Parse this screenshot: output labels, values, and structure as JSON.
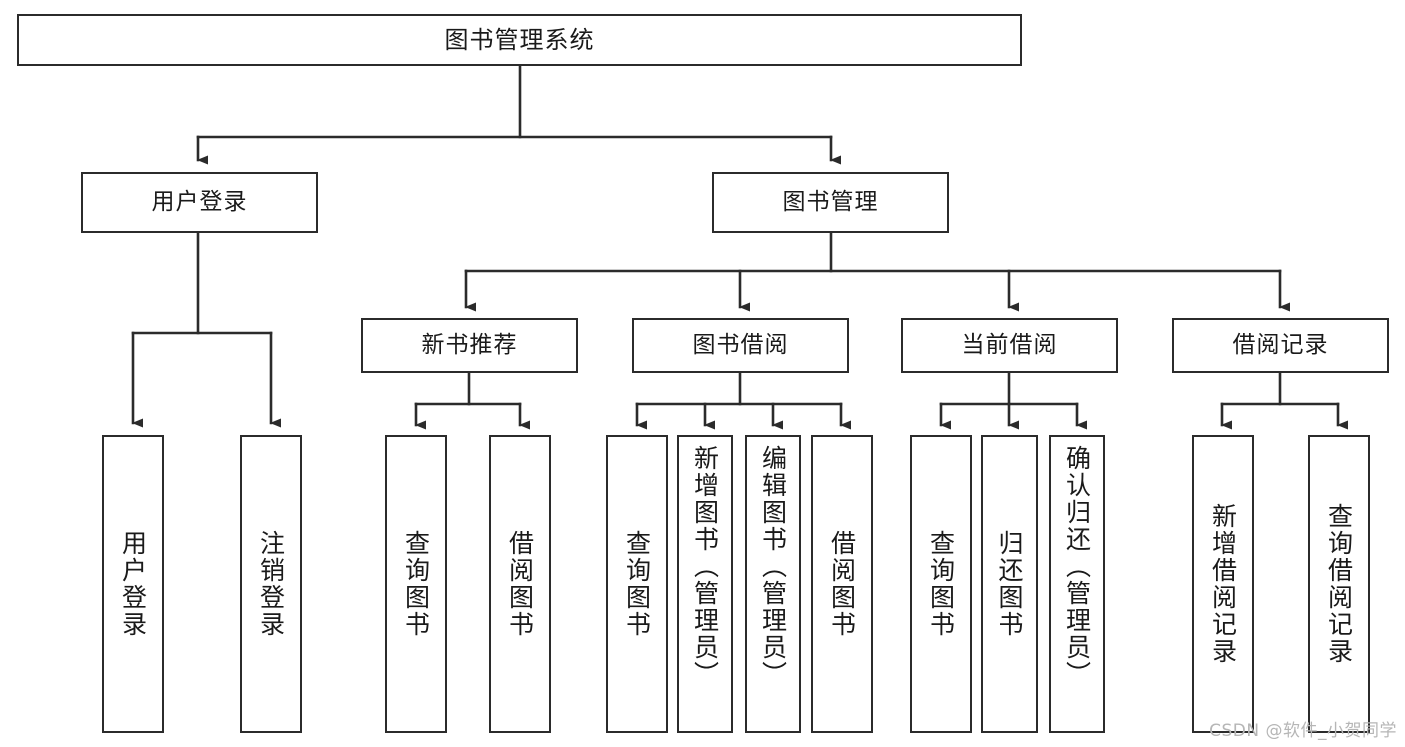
{
  "diagram": {
    "title": "图书管理系统",
    "type": "tree",
    "watermark": "CSDN @软件_小贺同学",
    "colors": {
      "box_border": "#2b2b2b",
      "box_fill": "#ffffff",
      "edge": "#2b2b2b",
      "text": "#1a1a1a",
      "watermark": "#b6b6b6",
      "background": "#ffffff"
    },
    "levels": {
      "root": "图书管理系统",
      "level2": [
        "用户登录",
        "图书管理"
      ],
      "level3": [
        "新书推荐",
        "图书借阅",
        "当前借阅",
        "借阅记录"
      ]
    },
    "nodes": {
      "root": {
        "label": "图书管理系统"
      },
      "user_login": {
        "label": "用户登录"
      },
      "book_manage": {
        "label": "图书管理"
      },
      "new_book_rec": {
        "label": "新书推荐"
      },
      "book_borrow": {
        "label": "图书借阅"
      },
      "current_borrow": {
        "label": "当前借阅"
      },
      "borrow_record": {
        "label": "借阅记录"
      },
      "leaf_user_login": {
        "label": "用户登录"
      },
      "leaf_user_logout": {
        "label": "注销登录"
      },
      "leaf_rec_query": {
        "label": "查询图书"
      },
      "leaf_rec_borrow": {
        "label": "借阅图书"
      },
      "leaf_borrow_query": {
        "label": "查询图书"
      },
      "leaf_borrow_add": {
        "label": "新增图书（管理员）"
      },
      "leaf_borrow_edit": {
        "label": "编辑图书（管理员）"
      },
      "leaf_borrow_lend": {
        "label": "借阅图书"
      },
      "leaf_cur_query": {
        "label": "查询图书"
      },
      "leaf_cur_return": {
        "label": "归还图书"
      },
      "leaf_cur_confirm": {
        "label": "确认归还（管理员）"
      },
      "leaf_rec_add": {
        "label": "新增借阅记录"
      },
      "leaf_rec_search": {
        "label": "查询借阅记录"
      }
    },
    "edges": [
      {
        "from": "root",
        "to": "用户登录"
      },
      {
        "from": "root",
        "to": "图书管理"
      },
      {
        "from": "用户登录",
        "to": "用户登录"
      },
      {
        "from": "用户登录",
        "to": "注销登录"
      },
      {
        "from": "图书管理",
        "to": "新书推荐"
      },
      {
        "from": "图书管理",
        "to": "图书借阅"
      },
      {
        "from": "图书管理",
        "to": "当前借阅"
      },
      {
        "from": "图书管理",
        "to": "借阅记录"
      },
      {
        "from": "新书推荐",
        "to": "查询图书"
      },
      {
        "from": "新书推荐",
        "to": "借阅图书"
      },
      {
        "from": "图书借阅",
        "to": "查询图书"
      },
      {
        "from": "图书借阅",
        "to": "新增图书（管理员）"
      },
      {
        "from": "图书借阅",
        "to": "编辑图书（管理员）"
      },
      {
        "from": "图书借阅",
        "to": "借阅图书"
      },
      {
        "from": "当前借阅",
        "to": "查询图书"
      },
      {
        "from": "当前借阅",
        "to": "归还图书"
      },
      {
        "from": "当前借阅",
        "to": "确认归还（管理员）"
      },
      {
        "from": "借阅记录",
        "to": "新增借阅记录"
      },
      {
        "from": "借阅记录",
        "to": "查询借阅记录"
      }
    ]
  }
}
